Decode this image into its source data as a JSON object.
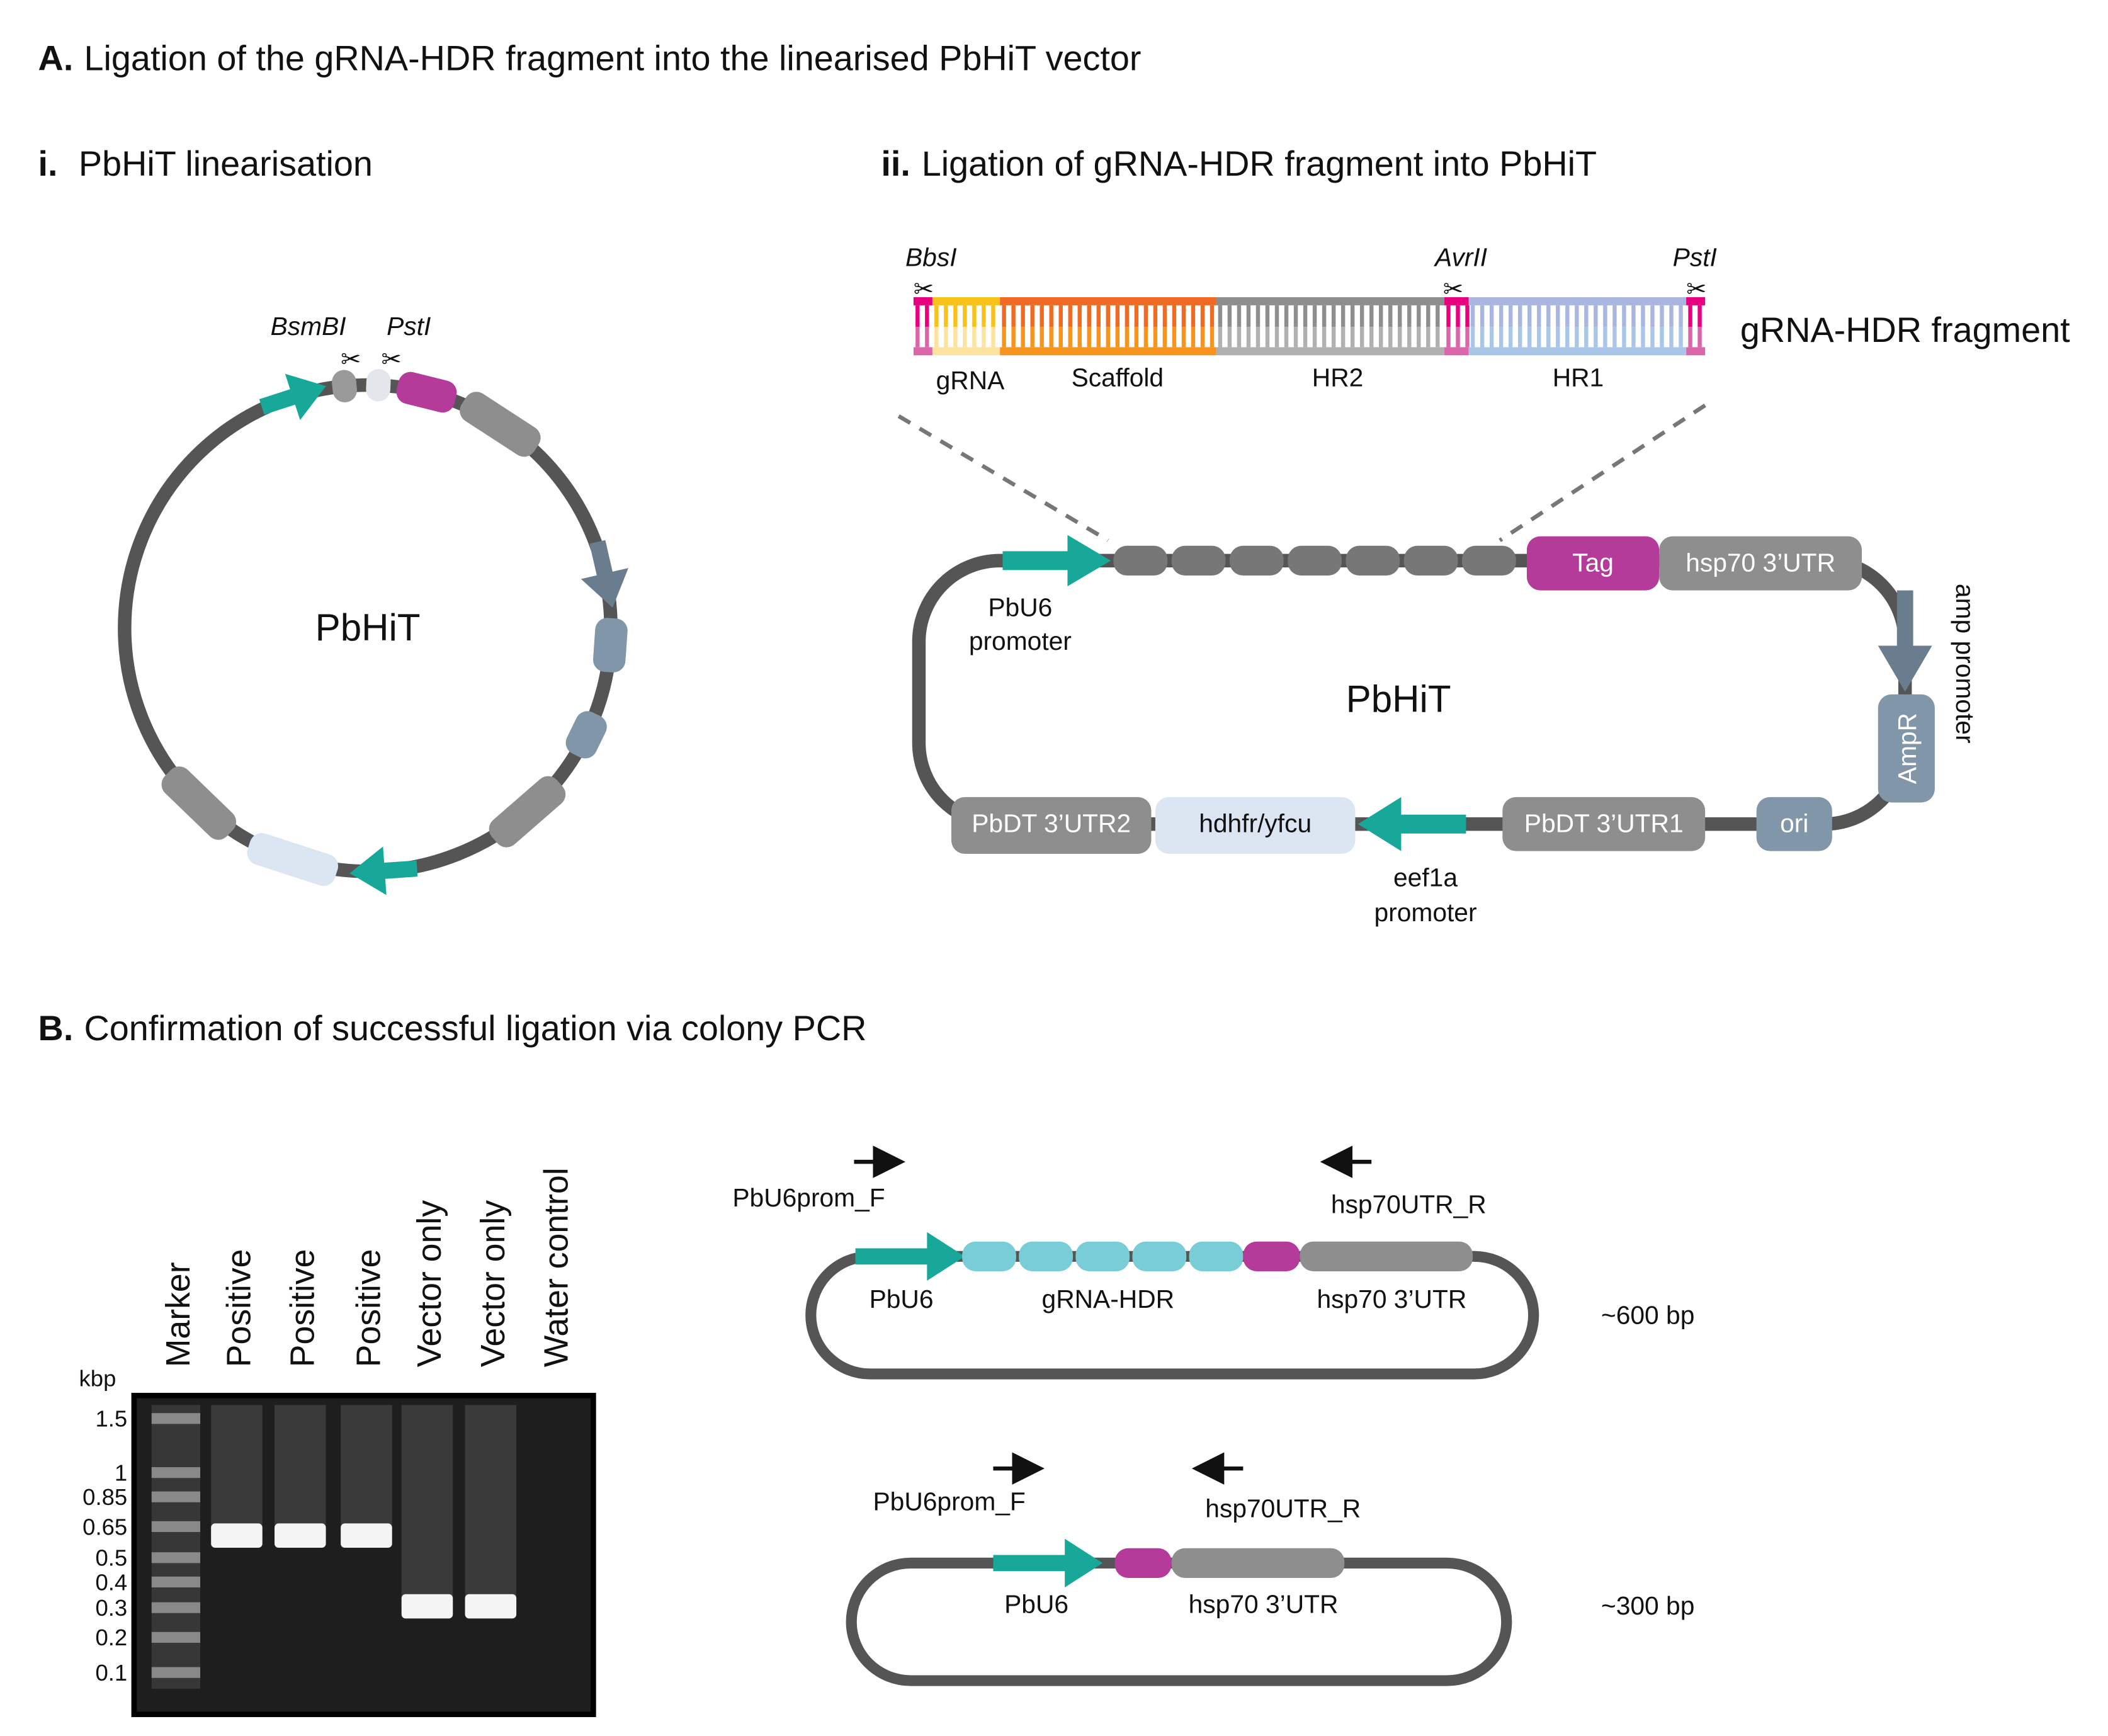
{
  "panelA": {
    "letter": "A.",
    "title": "Ligation of the gRNA-HDR fragment into the linearised PbHiT vector",
    "sub_i": {
      "numeral": "i.",
      "title": "PbHiT linearisation",
      "plasmid_name": "PbHiT",
      "sites": [
        "BsmBI",
        "PstI"
      ]
    },
    "sub_ii": {
      "numeral": "ii.",
      "title": "Ligation of gRNA-HDR fragment into PbHiT",
      "fragment_name": "gRNA-HDR fragment",
      "sites": [
        "BbsI",
        "AvrII",
        "PstI"
      ],
      "segments": [
        "gRNA",
        "Scaffold",
        "HR2",
        "HR1"
      ],
      "plasmid_name": "PbHiT",
      "features": {
        "pbu6_1": "PbU6",
        "pbu6_2": "promoter",
        "tag": "Tag",
        "hsp70": "hsp70 3’UTR",
        "amp_promoter": "amp promoter",
        "ampr": "AmpR",
        "ori": "ori",
        "pbdt1": "PbDT 3’UTR1",
        "eef1a_1": "eef1a",
        "eef1a_2": "promoter",
        "hdhfr": "hdhfr/yfcu",
        "pbdt2": "PbDT 3’UTR2"
      }
    }
  },
  "panelB": {
    "letter": "B.",
    "title": "Confirmation of successful ligation via colony PCR",
    "gel": {
      "unit": "kbp",
      "ticks": [
        "1.5",
        "1",
        "0.85",
        "0.65",
        "0.5",
        "0.4",
        "0.3",
        "0.2",
        "0.1"
      ],
      "lanes": [
        {
          "label": "Marker"
        },
        {
          "label": "Positive",
          "band_kbp": 0.6
        },
        {
          "label": "Positive",
          "band_kbp": 0.6
        },
        {
          "label": "Positive",
          "band_kbp": 0.6
        },
        {
          "label": "Vector only",
          "band_kbp": 0.3
        },
        {
          "label": "Vector only",
          "band_kbp": 0.3
        },
        {
          "label": "Water control"
        }
      ]
    },
    "constructs": [
      {
        "primer_f": "PbU6prom_F",
        "primer_r": "hsp70UTR_R",
        "labels": [
          "PbU6",
          "gRNA-HDR",
          "hsp70 3’UTR"
        ],
        "size": "~600 bp"
      },
      {
        "primer_f": "PbU6prom_F",
        "primer_r": "hsp70UTR_R",
        "labels": [
          "PbU6",
          "hsp70 3’UTR"
        ],
        "size": "~300 bp"
      }
    ]
  },
  "colors": {
    "backbone": "#555555",
    "promoter": "#17a89a",
    "tag": "#b43b9a",
    "utr": "#8e8e8e",
    "amp": "#6a7d8e",
    "ampr": "#8196a9",
    "selection": "#dbe6f2",
    "grna_hdr": "#79cdd6",
    "grna": "#f7c21b",
    "scaffold": "#ef6a22",
    "hr2": "#999999",
    "hr1": "#a9b7e0",
    "site": "#e6007e"
  }
}
